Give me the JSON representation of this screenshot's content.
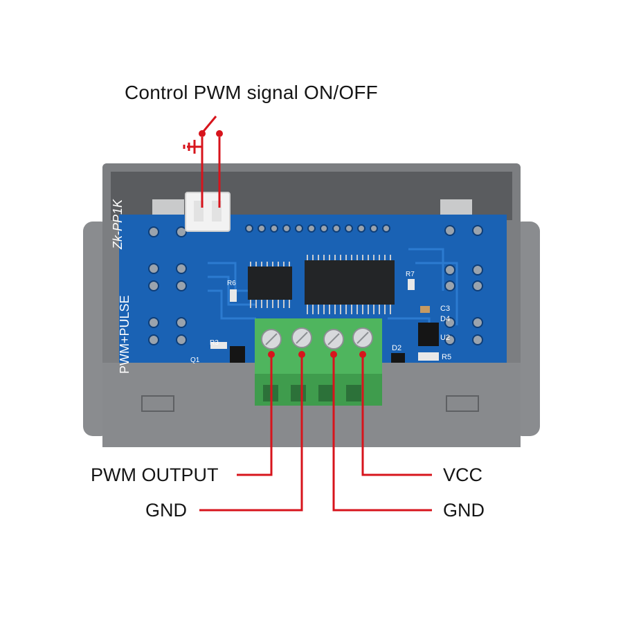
{
  "diagram": {
    "title": "Control PWM signal ON/OFF",
    "board": {
      "model": "Zk-PP1K",
      "function": "PWM+PULSE",
      "component_labels": [
        "R6",
        "R3",
        "Q1",
        "R7",
        "C3",
        "D4",
        "U2",
        "D2",
        "R5"
      ]
    },
    "switch_connector": {
      "symbol": "switch-with-ground",
      "pins": 2
    },
    "terminals": [
      {
        "label": "PWM OUTPUT",
        "side": "left"
      },
      {
        "label": "GND",
        "side": "left"
      },
      {
        "label": "GND",
        "side": "right"
      },
      {
        "label": "VCC",
        "side": "right"
      }
    ],
    "colors": {
      "wire": "#d7141c",
      "pcb": "#1a62b4",
      "enclosure": "#7d7f82",
      "terminal_block": "#4fb55e",
      "connector": "#f2f2f2"
    }
  }
}
